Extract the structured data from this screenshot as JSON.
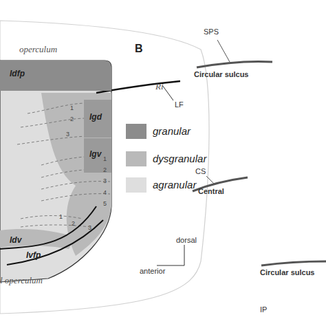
{
  "diagram": {
    "nodes": [
      {
        "text": [
          "Idfp"
        ]
      },
      {
        "text": [
          "Igd"
        ]
      },
      {
        "text": [
          "Igv"
        ]
      },
      {
        "text": [
          "Idv"
        ]
      },
      {
        "text": [
          "Ivfp"
        ]
      }
    ],
    "labels": [
      "operculum",
      "Ri",
      "LF",
      "1",
      "2",
      "3",
      "1",
      "2",
      "3",
      "4",
      "5",
      "1",
      "2",
      "3",
      "l operculum",
      "dorsal",
      "anterior",
      "B",
      "SPS",
      "Circular sulcus",
      "CS",
      "Central",
      "Circular sulcus",
      "IP"
    ],
    "legend": [
      {
        "text": "granular",
        "color": "#8c8c8c"
      },
      {
        "text": "dysgranular",
        "color": "#b9b9b9"
      },
      {
        "text": "agranular",
        "color": "#dedede"
      }
    ]
  }
}
